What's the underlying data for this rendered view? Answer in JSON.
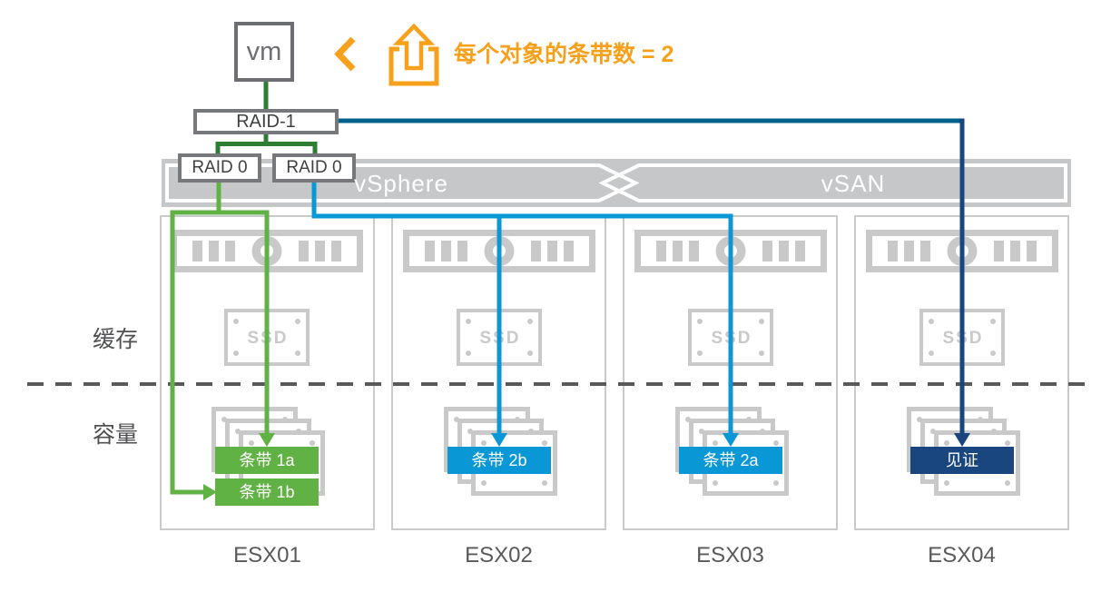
{
  "annotation": {
    "chevron_icon": "left-chevron",
    "share_icon": "upload-arrow",
    "text": "每个对象的条带数 = 2"
  },
  "vm": {
    "label": "vm"
  },
  "raid_tree": {
    "raid1_label": "RAID-1",
    "raid0_left_label": "RAID 0",
    "raid0_right_label": "RAID 0"
  },
  "platform_bar": {
    "left_label": "vSphere",
    "right_label": "vSAN"
  },
  "row_labels": {
    "cache": "缓存",
    "capacity": "容量"
  },
  "labels": {
    "ssd": "SSD"
  },
  "hosts": [
    {
      "name": "ESX01",
      "stripes": [
        {
          "label": "条带 1a"
        },
        {
          "label": "条带 1b"
        }
      ]
    },
    {
      "name": "ESX02",
      "stripes": [
        {
          "label": "条带 2b"
        }
      ]
    },
    {
      "name": "ESX03",
      "stripes": [
        {
          "label": "条带 2a"
        }
      ]
    },
    {
      "name": "ESX04",
      "stripes": [
        {
          "label": "见证"
        }
      ]
    }
  ],
  "colors": {
    "orange": "#f7a01b",
    "dark_green": "#2e7d32",
    "light_green": "#60b244",
    "light_blue": "#0a97d6",
    "navy": "#1a4680",
    "teal": "#00618c",
    "icon_gray": "#c9c9ca",
    "bar_gray": "#c6c7c8",
    "box_border_gray": "#77787b",
    "text_dark_gray": "#4f5052"
  }
}
